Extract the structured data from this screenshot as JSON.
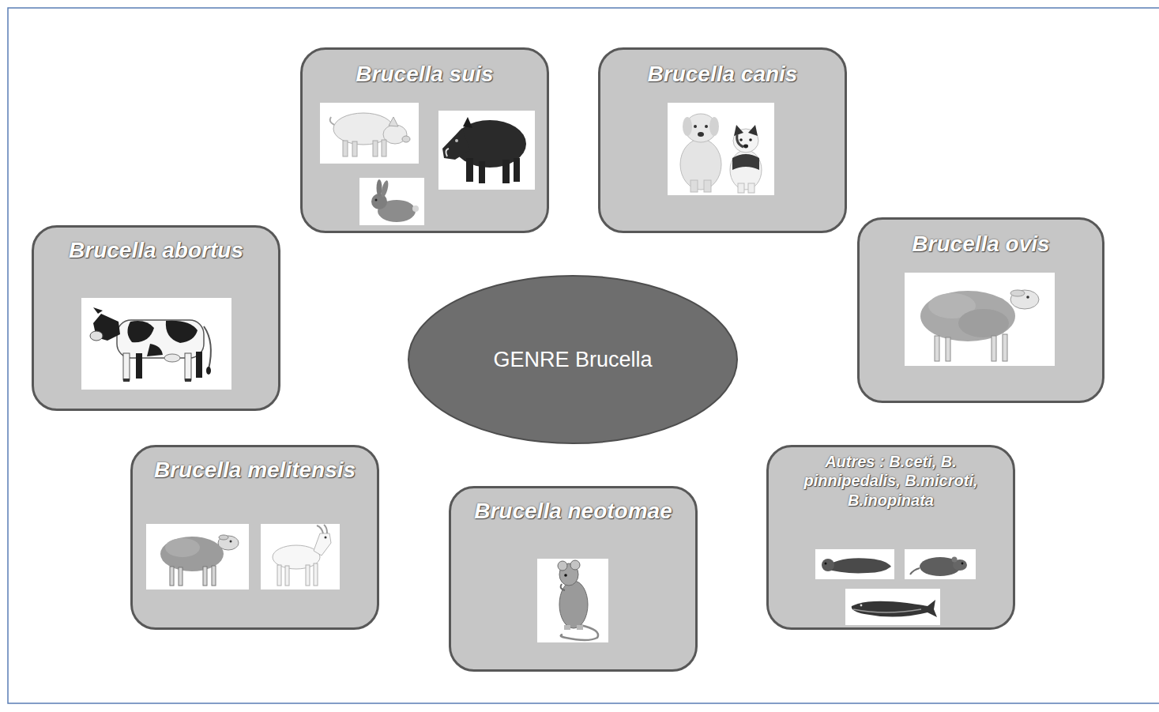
{
  "diagram": {
    "nodes": [
      {
        "text": [
          "Brucella suis"
        ]
      },
      {
        "text": [
          "Brucella canis"
        ]
      },
      {
        "text": [
          "Brucella abortus"
        ]
      },
      {
        "text": [
          "Brucella ovis"
        ]
      },
      {
        "text": [
          "GENRE Brucella"
        ]
      },
      {
        "text": [
          "Brucella melitensis"
        ]
      },
      {
        "text": [
          "Brucella neotomae"
        ]
      },
      {
        "text": [
          "Autres : B.ceti, B. pinnipedalis, B.microti, B.inopinata"
        ]
      }
    ]
  }
}
